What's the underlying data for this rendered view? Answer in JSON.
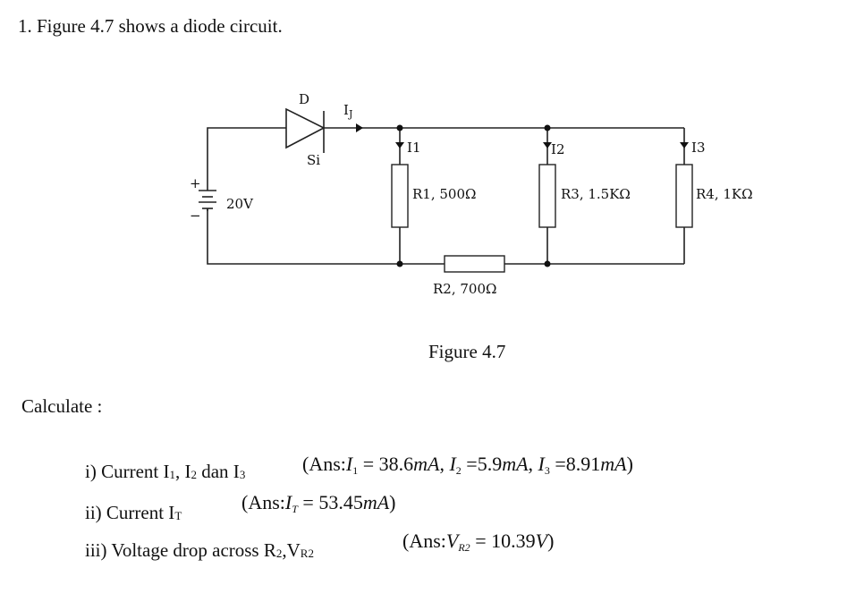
{
  "question": {
    "title": "1. Figure 4.7 shows a diode circuit.",
    "figure_caption": "Figure 4.7",
    "calculate_label": "Calculate :"
  },
  "circuit": {
    "source": {
      "label": "20V",
      "plus": "+",
      "minus": "−"
    },
    "diode": {
      "label": "D",
      "type": "Si"
    },
    "currents": {
      "total": "I",
      "total_sub": "J",
      "i1": "I",
      "i1_sub": "1",
      "i2": "I",
      "i2_sub": "2",
      "i3": "I",
      "i3_sub": "3"
    },
    "resistors": {
      "r1": "R1, 500Ω",
      "r2": "R2, 700Ω",
      "r3": "R3, 1.5KΩ",
      "r4": "R4, 1KΩ"
    }
  },
  "items": [
    {
      "prefix": "i) Current I",
      "s1": "1",
      "mid1": ", I",
      "s2": "2",
      "mid2": " dan I",
      "s3": "3",
      "answer": {
        "open": "(Ans:",
        "a1": "I",
        "a1sub": "1",
        "a1val": " = 38.6",
        "a1unit": "mA",
        "sep1": ", ",
        "a2": "I",
        "a2sub": "2",
        "a2val": " =5.9",
        "a2unit": "mA",
        "sep2": ", ",
        "a3": "I",
        "a3sub": "3",
        "a3val": " =8.91",
        "a3unit": "mA",
        "close": ")"
      }
    },
    {
      "prefix": "ii)  Current I",
      "s1": "T",
      "answer": {
        "open": "(Ans:",
        "a1": "I",
        "a1sub": "T",
        "a1val": " = 53.45",
        "a1unit": "mA",
        "close": ")"
      }
    },
    {
      "prefix": "iii)  Voltage drop across R",
      "s1": "2",
      "mid1": ",V",
      "s2": "R2",
      "answer": {
        "open": "(Ans:",
        "a1": "V",
        "a1sub": "R2",
        "a1val": " = 10.39",
        "a1unit": "V",
        "close": ")"
      }
    }
  ]
}
